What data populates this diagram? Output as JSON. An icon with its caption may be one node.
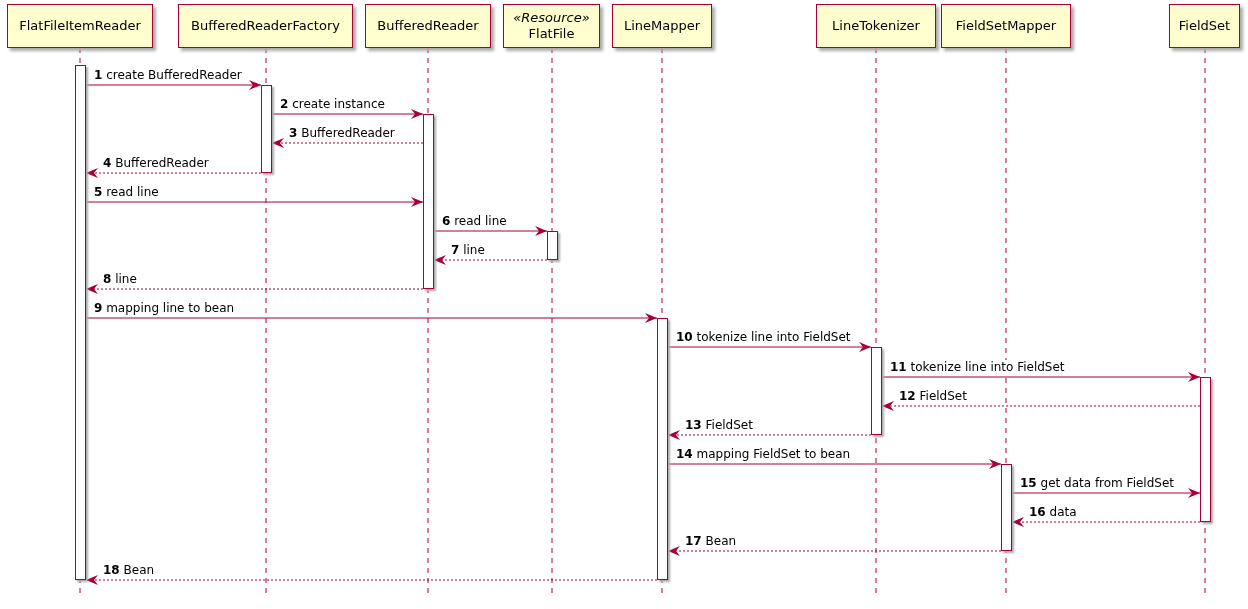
{
  "diagram": {
    "nodes": [
      {
        "text": [
          "FlatFileItemReader"
        ]
      },
      {
        "text": [
          "BufferedReaderFactory"
        ]
      },
      {
        "text": [
          "BufferedReader"
        ]
      },
      {
        "text": [
          "«Resource»",
          "FlatFile"
        ]
      },
      {
        "text": [
          "LineMapper"
        ]
      },
      {
        "text": [
          "LineTokenizer"
        ]
      },
      {
        "text": [
          "FieldSetMapper"
        ]
      },
      {
        "text": [
          "FieldSet"
        ]
      },
      {
        "text": [],
        "shape": "bar"
      },
      {
        "text": [],
        "shape": "bar"
      },
      {
        "text": [],
        "shape": "bar"
      },
      {
        "text": [],
        "shape": "bar"
      },
      {
        "text": [],
        "shape": "bar"
      },
      {
        "text": [],
        "shape": "bar"
      },
      {
        "text": [],
        "shape": "bar"
      },
      {
        "text": [],
        "shape": "bar"
      }
    ],
    "edges": [
      {
        "from": 8,
        "to": 9,
        "arrow": "to",
        "label": "**1** create BufferedReader"
      },
      {
        "from": 9,
        "to": 10,
        "arrow": "to",
        "label": "**2** create instance"
      },
      {
        "from": 10,
        "to": 9,
        "arrow": "to",
        "label": "**3** BufferedReader",
        "style": "dashed"
      },
      {
        "from": 9,
        "to": 8,
        "arrow": "to",
        "label": "**4** BufferedReader",
        "style": "dashed"
      },
      {
        "from": 8,
        "to": 10,
        "arrow": "to",
        "label": "**5** read line"
      },
      {
        "from": 10,
        "to": 11,
        "arrow": "to",
        "label": "**6** read line"
      },
      {
        "from": 11,
        "to": 10,
        "arrow": "to",
        "label": "**7** line",
        "style": "dashed"
      },
      {
        "from": 10,
        "to": 8,
        "arrow": "to",
        "label": "**8** line",
        "style": "dashed"
      },
      {
        "from": 8,
        "to": 12,
        "arrow": "to",
        "label": "**9** mapping line to bean"
      },
      {
        "from": 12,
        "to": 13,
        "arrow": "to",
        "label": "**10** tokenize line into FieldSet"
      },
      {
        "from": 13,
        "to": 15,
        "arrow": "to",
        "label": "**11** tokenize line into FieldSet"
      },
      {
        "from": 15,
        "to": 13,
        "arrow": "to",
        "label": "**12** FieldSet",
        "style": "dashed"
      },
      {
        "from": 13,
        "to": 12,
        "arrow": "to",
        "label": "**13** FieldSet",
        "style": "dashed"
      },
      {
        "from": 12,
        "to": 14,
        "arrow": "to",
        "label": "**14** mapping FieldSet to bean"
      },
      {
        "from": 14,
        "to": 15,
        "arrow": "to",
        "label": "**15** get data from FieldSet"
      },
      {
        "from": 15,
        "to": 14,
        "arrow": "to",
        "label": "**16** data",
        "style": "dashed"
      },
      {
        "from": 14,
        "to": 12,
        "arrow": "to",
        "label": "**17** Bean",
        "style": "dashed"
      },
      {
        "from": 12,
        "to": 8,
        "arrow": "to",
        "label": "**18** Bean",
        "style": "dashed"
      }
    ]
  }
}
